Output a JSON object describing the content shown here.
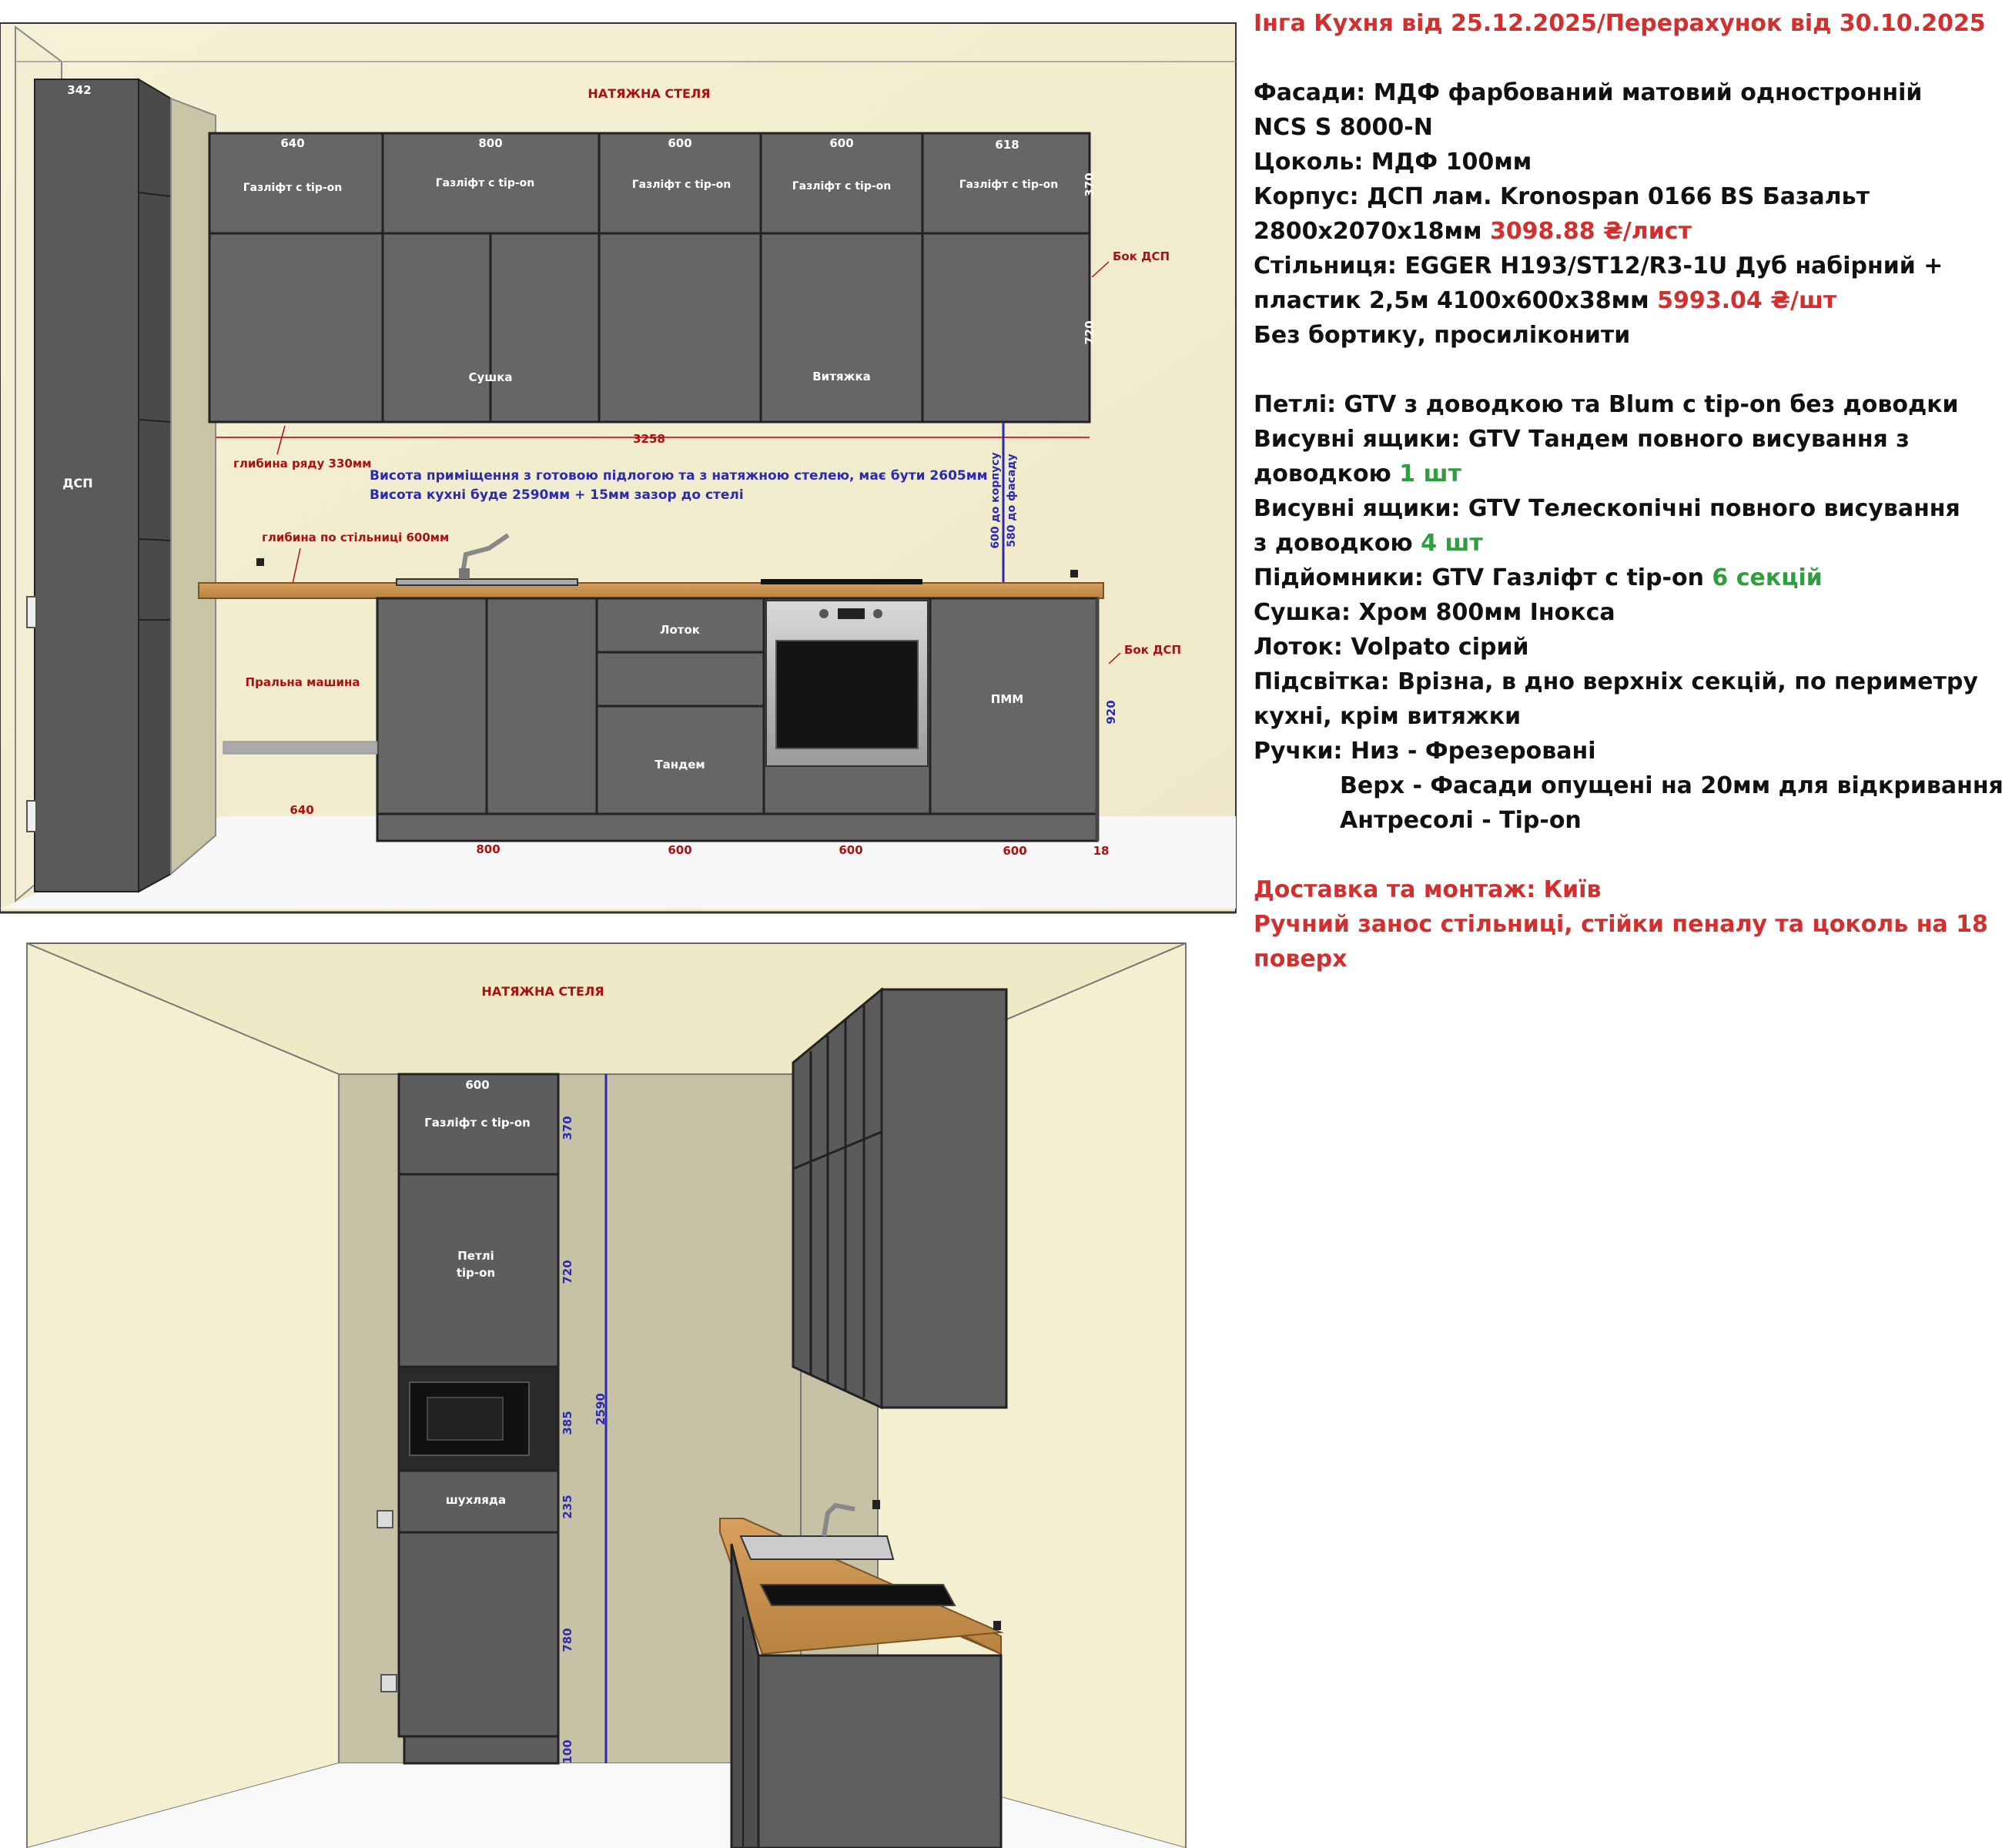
{
  "spec": {
    "title": "Інга Кухня від 25.12.2025/Перерахунок від 30.10.2025",
    "facades_1": "Фасади: МДФ фарбований матовий одностронній",
    "facades_2": "NCS S 8000-N",
    "plinth": "Цоколь: МДФ 100мм",
    "body_1": "Корпус: ДСП лам. Kronospan 0166 BS Базальт",
    "body_2": "2800х2070х18мм",
    "body_price": "3098.88 ₴/лист",
    "top_1": "Стільниця: EGGER H193/ST12/R3-1U Дуб набірний +",
    "top_2": "пластик 2,5м 4100х600х38мм",
    "top_price": "5993.04 ₴/шт",
    "top_3": "Без бортику, просиліконити",
    "hinges": "Петлі: GTV з доводкою та Blum c tip-on без доводки",
    "drawers1_1": "Висувні ящики: GTV Тандем повного висування з",
    "drawers1_2": "доводкою",
    "drawers1_qty": "1 шт",
    "drawers2_1": "Висувні ящики: GTV Телескопічні повного висування",
    "drawers2_2": "з доводкою",
    "drawers2_qty": "4 шт",
    "lifts": "Підйомники: GTV Газліфт с tip-on",
    "lifts_qty": "6 секцій",
    "dryer": "Сушка: Хром 800мм Інокса",
    "tray": "Лоток: Volpato сірий",
    "light_1": "Підсвітка: Врізна, в дно верхніх секцій, по периметру",
    "light_2": "кухні, крім витяжки",
    "handles_1": "Ручки: Низ - Фрезеровані",
    "handles_2": "Верх - Фасади опущені на 20мм для відкривання",
    "handles_3": "Антресолі - Tip-on",
    "delivery_1": "Доставка та монтаж: Київ",
    "delivery_2": "Ручний занос стільниці, стійки пеналу та цоколь на 18",
    "delivery_3": "поверх"
  },
  "front_view": {
    "ceiling": "НАТЯЖНА СТЕЛЯ",
    "upper_widths": [
      "640",
      "800",
      "600",
      "600",
      "618"
    ],
    "gaslift": "Газліфт с tip-on",
    "dryer_label": "Сушка",
    "hood_label": "Витяжка",
    "upper_h1": "370",
    "upper_h2": "720",
    "side_dsp": "Бок ДСП",
    "total_width": "3258",
    "row_depth": "глибина ряду 330мм",
    "note_1": "Висота приміщення з готовою підлогою та з натяжною стелею, має бути 2605мм",
    "note_2": "Висота кухні буде 2590мм + 15мм зазор до стелі",
    "to_body": "600 до корпусу",
    "to_facade": "580 до фасаду",
    "top_depth": "глибина по стільниці 600мм",
    "tall_width": "342",
    "tall_label": "ДСП",
    "tray_label": "Лоток",
    "tandem_label": "Тандем",
    "pmm_label": "ПММ",
    "washer_label": "Пральна машина",
    "side_dsp_2": "Бок ДСП",
    "lower_h": "920",
    "washer_w": "640",
    "lower_widths": [
      "800",
      "600",
      "600",
      "600",
      "18"
    ]
  },
  "side_view": {
    "ceiling": "НАТЯЖНА СТЕЛЯ",
    "col_width": "600",
    "gaslift": "Газліфт с tip-on",
    "hinges_1": "Петлі",
    "hinges_2": "tip-on",
    "drawer": "шухляда",
    "dims": [
      "370",
      "720",
      "385",
      "235",
      "780",
      "100"
    ],
    "total": "2590"
  }
}
